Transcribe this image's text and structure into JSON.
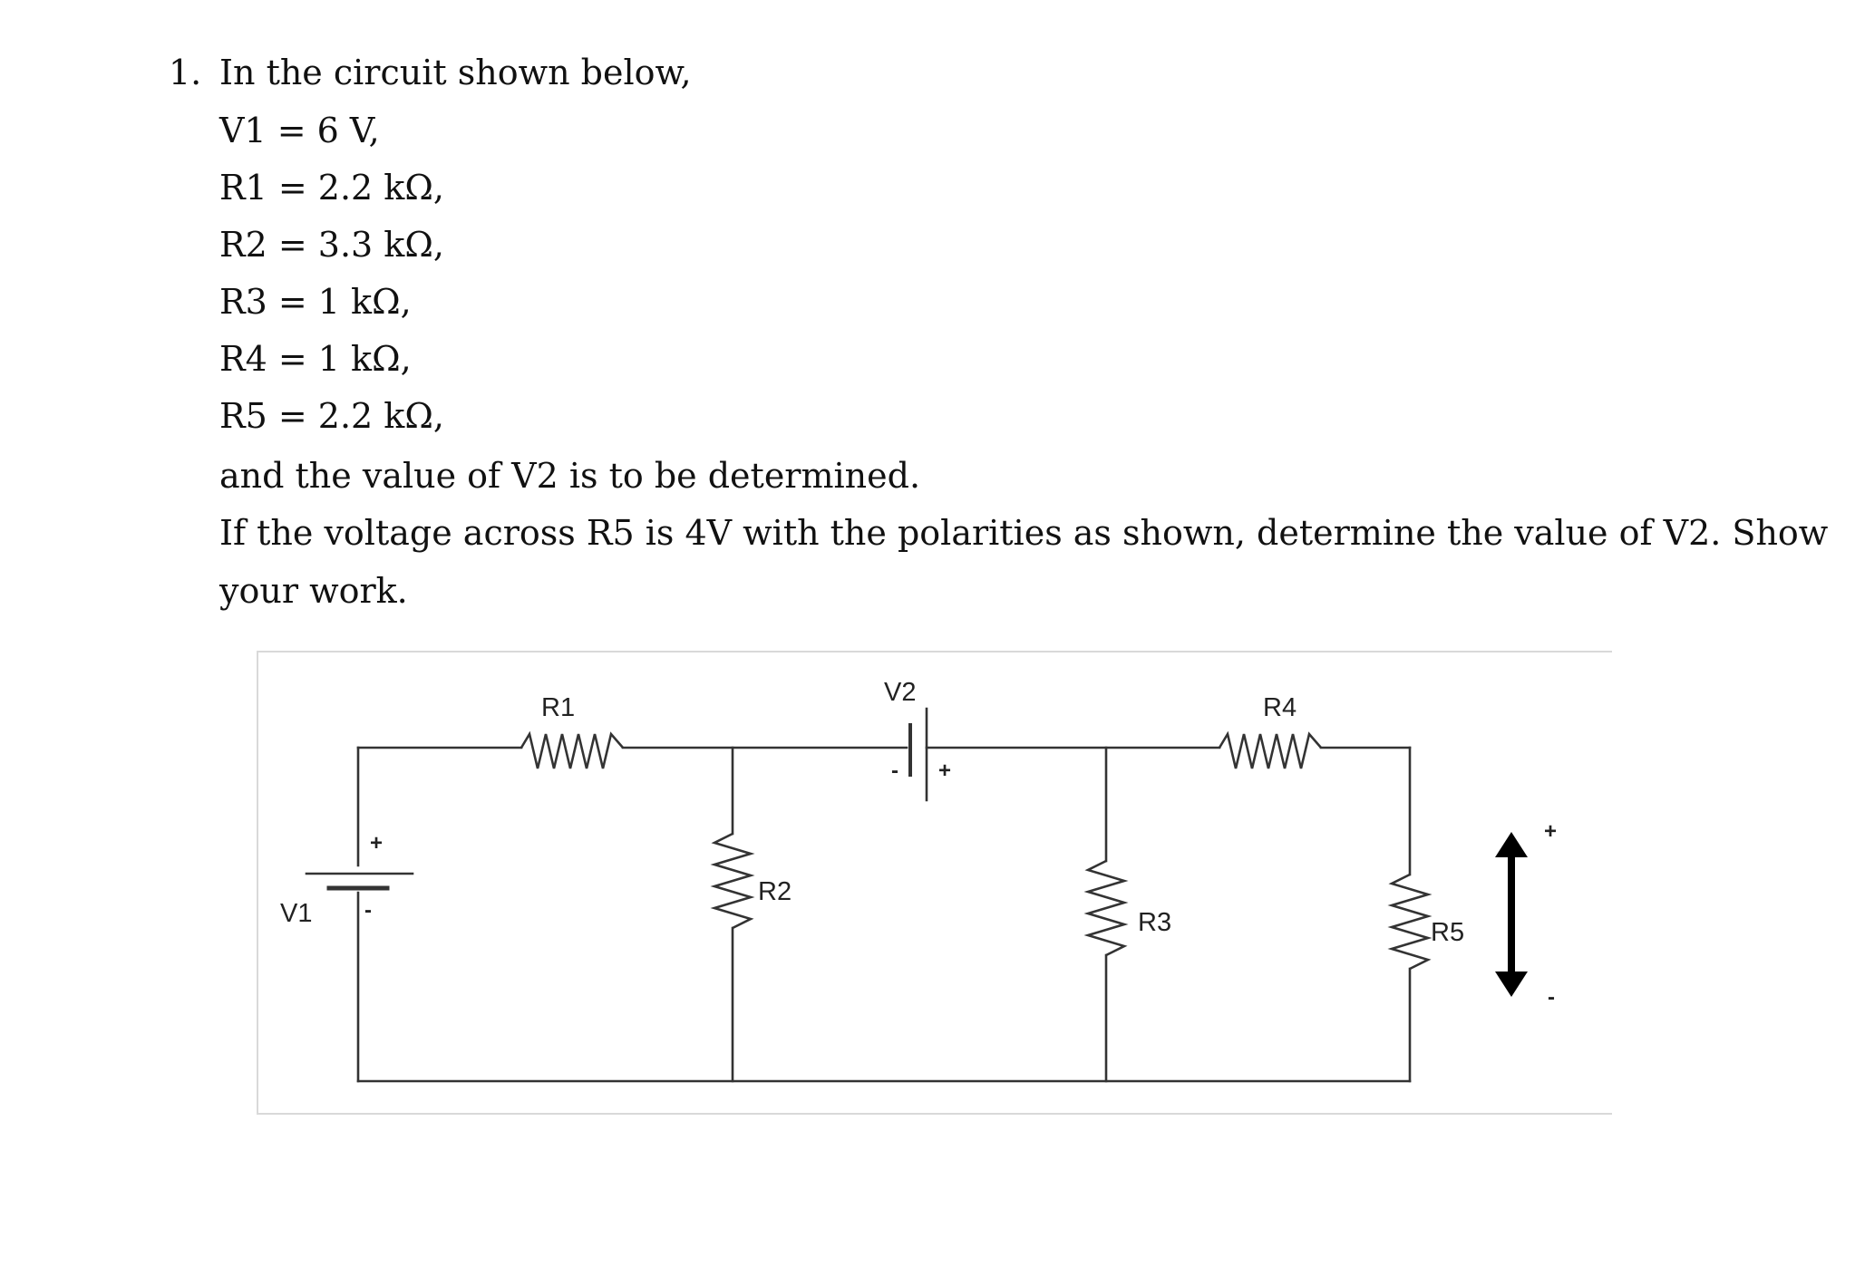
{
  "problem": {
    "number": "1.",
    "intro": "In the circuit shown below,",
    "givens": [
      "V1 = 6 V,",
      "R1 = 2.2 kΩ,",
      "R2 = 3.3 kΩ,",
      "R3 = 1 kΩ,",
      "R4 = 1 kΩ,",
      "R5 = 2.2 kΩ,"
    ],
    "unknown_text": "and the value of V2 is to be determined.",
    "question_line1": "If the voltage across R5 is 4V with the polarities as shown, determine the value of V2. Show",
    "question_line2": "your work."
  },
  "circuit": {
    "labels": {
      "v1": "V1",
      "v2": "V2",
      "r1": "R1",
      "r2": "R2",
      "r3": "R3",
      "r4": "R4",
      "r5": "R5"
    },
    "polarity": {
      "v1_plus": "+",
      "v1_minus": "-",
      "v2_minus": "-",
      "v2_plus": "+",
      "r5_plus": "+",
      "r5_minus": "-"
    }
  }
}
